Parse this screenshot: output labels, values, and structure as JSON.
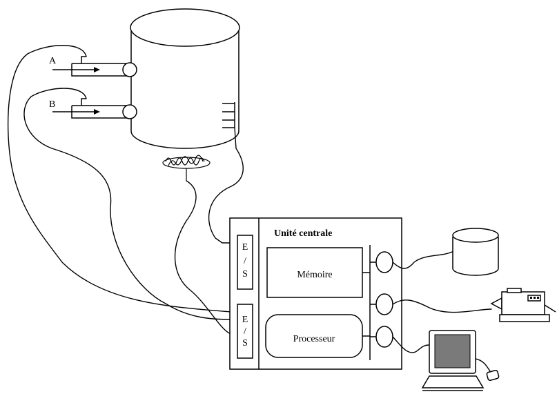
{
  "labels": {
    "input_a": "A",
    "input_b": "B",
    "central_unit": "Unité centrale",
    "memory": "Mémoire",
    "processor": "Processeur",
    "io_top": [
      "E",
      "/",
      "S"
    ],
    "io_bottom": [
      "E",
      "/",
      "S"
    ]
  },
  "colors": {
    "stroke": "#000000",
    "background": "#ffffff",
    "screen": "#7a7a7a"
  },
  "icons": {
    "tank": "cylindrical-tank-icon",
    "heater": "heating-coil-icon",
    "disk": "disk-storage-icon",
    "printer": "printer-icon",
    "computer": "computer-monitor-icon",
    "mouse": "mouse-icon"
  }
}
